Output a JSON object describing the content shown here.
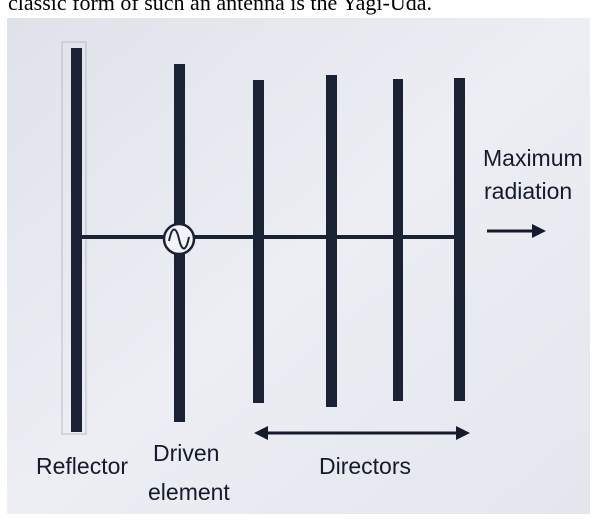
{
  "caption": "classic form of such an antenna is the Yagi-Uda.",
  "labels": {
    "reflector": "Reflector",
    "driven_line1": "Driven",
    "driven_line2": "element",
    "directors": "Directors",
    "radiation_line1": "Maximum",
    "radiation_line2": "radiation"
  },
  "icons": {
    "feed_point": "sine-wave-source-icon",
    "radiation_arrow": "right-arrow-icon",
    "directors_span": "double-headed-arrow-icon"
  },
  "colors": {
    "page": "#ffffff",
    "photo_background": "#e7e9f0",
    "elements": "#1b2233",
    "text": "#151b2a"
  }
}
